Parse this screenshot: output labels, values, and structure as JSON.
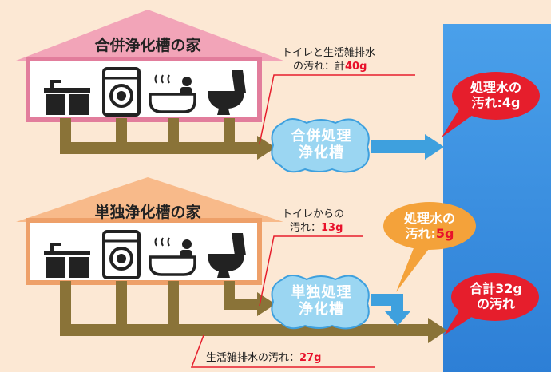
{
  "combined_house": {
    "title": "合併浄化槽の家",
    "note_line1": "トイレと生活雑排水",
    "note_line2_prefix": "の汚れ：計",
    "note_value": "40g",
    "tank_line1": "合併処理",
    "tank_line2": "浄化槽",
    "output_line1": "処理水の",
    "output_line2": "汚れ:4g"
  },
  "single_house": {
    "title": "単独浄化槽の家",
    "note_line1": "トイレからの",
    "note_line2_prefix": "汚れ：",
    "note_value": "13g",
    "tank_line1": "単独処理",
    "tank_line2": "浄化槽",
    "output_line1": "処理水の",
    "output_line2_prefix": "汚れ:",
    "output_value": "5g",
    "greywater_prefix": "生活雑排水の汚れ：",
    "greywater_value": "27g",
    "total_line1": "合計32g",
    "total_line2": "の汚れ"
  },
  "colors": {
    "background": "#fce8d4",
    "combined_roof": "#f2a4b8",
    "combined_wall": "#e27d9c",
    "single_roof": "#f8ba8a",
    "single_wall": "#eea069",
    "pipe": "#8a7338",
    "water_arrow": "#3ea0de",
    "river": "#3b8ee0",
    "red_bubble": "#e61e2c",
    "orange_bubble": "#f4a23a"
  },
  "icons": [
    "sink-icon",
    "washing-machine-icon",
    "bath-icon",
    "toilet-icon"
  ]
}
